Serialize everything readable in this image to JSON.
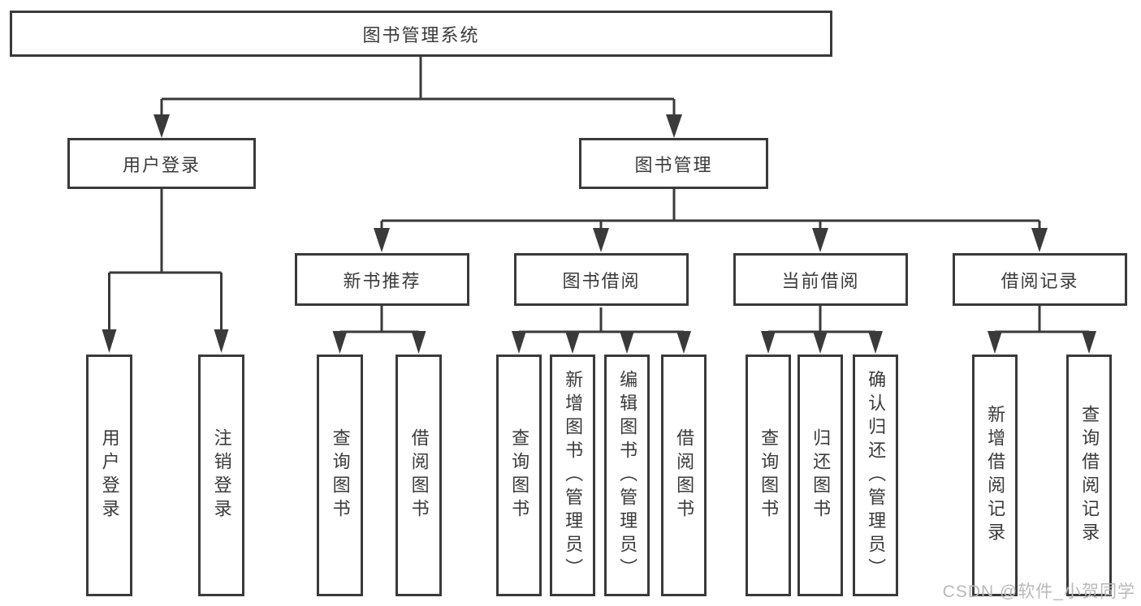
{
  "title": "图书管理系统",
  "level2": [
    "用户登录",
    "图书管理"
  ],
  "level3": [
    "新书推荐",
    "图书借阅",
    "当前借阅",
    "借阅记录"
  ],
  "leaves": {
    "userLogin": [
      "用户登录",
      "注销登录"
    ],
    "newBooks": [
      "查询图书",
      "借阅图书"
    ],
    "bookBorrow": [
      "查询图书",
      "新增图书（管理员）",
      "编辑图书（管理员）",
      "借阅图书"
    ],
    "currentBorrow": [
      "查询图书",
      "归还图书",
      "确认归还（管理员）"
    ],
    "borrowRecords": [
      "新增借阅记录",
      "查询借阅记录"
    ]
  },
  "watermark": "CSDN @软件_小贺同学",
  "colors": {
    "line": "#3a3a3a",
    "text": "#3a3a3a",
    "background": "#ffffff",
    "watermark": "#b9b9b9"
  }
}
